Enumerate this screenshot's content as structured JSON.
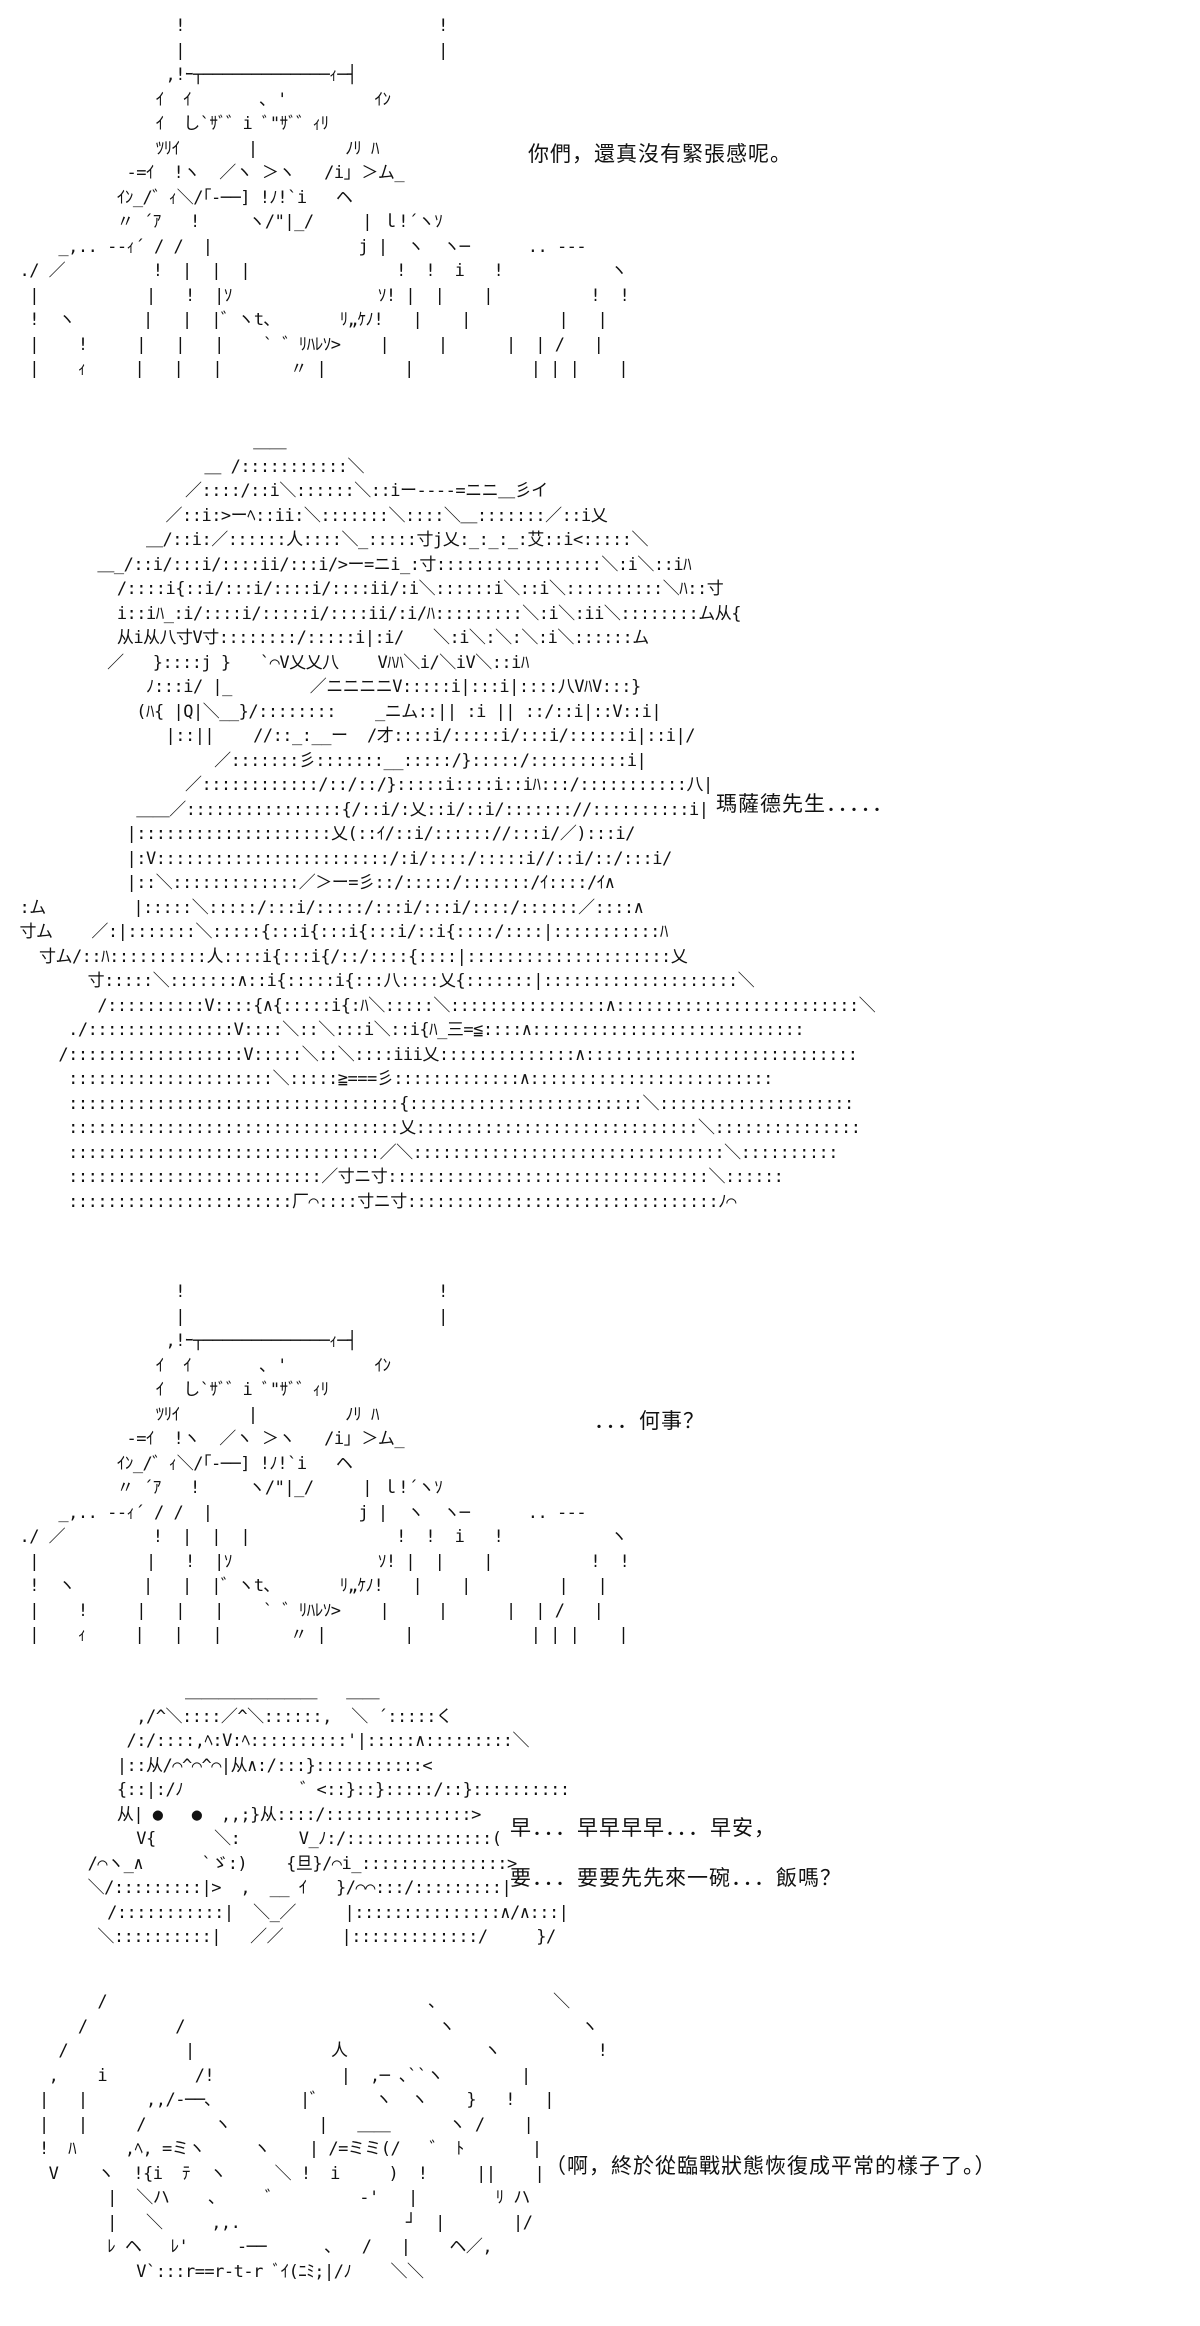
{
  "scenes": [
    {
      "art": [
        "                  !                          !",
        "                  |                          |",
        "                 ,!ｰ┬─────────────ｨ─┤",
        "                ｲ  ｲ       ､ '         ｲﾝ",
        "                ｲ  し`ｻﾞ゛i ﾞ\"ｻﾞ゛ｨﾘ",
        "                ﾂﾘｲ       |         ﾉﾘ ﾊ",
        "             -=ｲ  !ヽ  ／ヽ ＞ヽ   /i｣ ＞ム_",
        "            ｲﾝ_/゛ｨ＼/｢-──] !ﾉ!`i   ヘ",
        "            〃 ´ｱ   !     ヽ/\"|_/     | ｌ!´ヽｿ",
        "      _,.. --ｨ´ / /  |               j |  ヽ  ヽ─      .. ---",
        "  ./ ／         !  |  |  |               !  !  i   !           ヽ",
        "   |           |   !  |ｿ               ｿ! |  |    |          !  !",
        "   !  ヽ       |   |  |゛ヽt､       ﾘ„ｹﾉ!   |    |         |   |",
        "   |    !     |   |   |    ` ゛ﾘﾊﾚｿ>    |     |      |  | /   |",
        "   |    ｨ     |   |   |       〃 |        |            | | |    |"
      ],
      "lines": [
        "你們，還真沒有緊張感呢。"
      ]
    },
    {
      "art": [
        "                          ＿＿",
        "                     ＿ /:::::::::::＼",
        "                   ／::::/::i＼::::::＼::iー----=ニニ＿彡イ",
        "                 ／::i:>ーﾍ::ii:＼:::::::＼::::＼＿:::::::／::i乂",
        "               ＿/::i:／::::::人::::＼_:::::寸j乂:_:_:_:艾::i<:::::＼",
        "          ＿_/::i/:::i/::::ii/:::i/>ー=ニi_:寸:::::::::::::::::＼:i＼::iﾊ",
        "            /::::i{::i/:::i/::::i/::::ii/:i＼::::::i＼::i＼::::::::::＼ﾊ::寸",
        "            i::iﾊ_:i/::::i/:::::i/::::ii/:i/ﾊ:::::::::＼:i＼:ii＼::::::::ム从{",
        "            从i从八寸V寸::::::::/:::::i|:i/   ＼:i＼:＼:＼:i＼::::::ム",
        "           ／   }::::j }   `⌒V乂乂八    Vﾊﾊ＼i/＼iV＼::iﾊ",
        "               ﾉ:::i/ |_        ／ニニニニV:::::i|:::i|::::八VﾊV:::}",
        "              (ﾊ{ |Q|＼__}/::::::::    _ニム::|| :i || ::/::i|::V::i|",
        "                 |::||    //::_:__ー  /才::::i/:::::i/:::i/::::::i|::i|/",
        "                      ／:::::::彡:::::::__:::::/}:::::/::::::::::i|",
        "                   ／::::::::::::/::/::/}:::::i::::i::iﾊ:::/:::::::::::八|",
        "              ＿＿／::::::::::::::::{/::i/:乂::i/::i/::::::://::::::::::i|",
        "             |::::::::::::::::::::乂(::ｲ/::i/:::::://:::i/／):::i/",
        "             |:V::::::::::::::::::::::::/:i/::::/:::::i//::i/::/:::i/",
        "             |::＼:::::::::::::／＞ー=彡::/:::::/:::::::/ｲ::::/ｲ∧",
        "  :ム         |:::::＼:::::/:::i/:::::/:::i/:::i/::::/::::::／::::∧",
        "  寸ム    ／:|:::::::＼:::::{:::i{:::i{:::i/::i{::::/::::|:::::::::::ﾊ",
        "    寸ム/::ﾊ::::::::::人::::i{:::i{/::/::::{::::|:::::::::::::::::::::乂",
        "         寸:::::＼:::::::∧::i{:::::i{:::八::::乂{:::::::|::::::::::::::::::::＼",
        "          /::::::::::V::::{∧{:::::i{:ﾊ＼:::::＼::::::::::::::::∧:::::::::::::::::::::::::＼",
        "       ./:::::::::::::::V::::＼::＼:::i＼::i{ﾊ_三=≦::::∧::::::::::::::::::::::::::::",
        "      /::::::::::::::::::V:::::＼::＼::::iii乂::::::::::::::∧::::::::::::::::::::::::::::",
        "       :::::::::::::::::::::＼:::::≧===彡:::::::::::::∧:::::::::::::::::::::::::",
        "       ::::::::::::::::::::::::::::::::::{::::::::::::::::::::::::＼::::::::::::::::::::",
        "       ::::::::::::::::::::::::::::::::::乂:::::::::::::::::::::::::::::＼:::::::::::::::",
        "       ::::::::::::::::::::::::::::::::／＼::::::::::::::::::::::::::::::::＼::::::::::",
        "       ::::::::::::::::::::::::::／寸ニ寸:::::::::::::::::::::::::::::::::＼::::::",
        "       :::::::::::::::::::::::厂⌒::::寸ニ寸::::::::::::::::::::::::::::::::ﾉ⌒"
      ],
      "lines": [
        "瑪薩德先生．．．．．"
      ]
    },
    {
      "art": [
        "                  !                          !",
        "                  |                          |",
        "                 ,!ｰ┬─────────────ｨ─┤",
        "                ｲ  ｲ       ､ '         ｲﾝ",
        "                ｲ  し`ｻﾞ゛i ﾞ\"ｻﾞ゛ｨﾘ",
        "                ﾂﾘｲ       |         ﾉﾘ ﾊ",
        "             -=ｲ  !ヽ  ／ヽ ＞ヽ   /i｣ ＞ム_",
        "            ｲﾝ_/゛ｨ＼/｢-──] !ﾉ!`i   ヘ",
        "            〃 ´ｱ   !     ヽ/\"|_/     | ｌ!´ヽｿ",
        "      _,.. --ｨ´ / /  |               j |  ヽ  ヽ─      .. ---",
        "  ./ ／         !  |  |  |               !  !  i   !           ヽ",
        "   |           |   !  |ｿ               ｿ! |  |    |          !  !",
        "   !  ヽ       |   |  |゛ヽt､       ﾘ„ｹﾉ!   |    |         |   |",
        "   |    !     |   |   |    ` ゛ﾘﾊﾚｿ>    |     |      |  | /   |",
        "   |    ｨ     |   |   |       〃 |        |            | | |    |"
      ],
      "lines": [
        "．．．何事？"
      ]
    },
    {
      "art": [
        "                   ＿＿＿＿＿＿＿＿   ＿＿",
        "              ,/^＼::::／^＼::::::,  ＼ ´:::::く",
        "             /:/::::,ﾍ:V:ﾍ::::::::::'|:::::∧:::::::::＼",
        "            |::从/⌒^⌒^⌒|从∧:/:::}:::::::::::<",
        "            {::|:/ﾉ            ゛<::}::}:::::/::}::::::::::",
        "            从| ●   ●  ,,;}从::::/:::::::::::::::>",
        "              V{      ＼:      V_ﾉ:/:::::::::::::::(",
        "         /⌒ヽ_∧      `ゞ:)    {旦}/⌒i_:::::::::::::::>",
        "         ＼/:::::::::|>  ,  __ ｲ   }/⌒⌒:::/:::::::::|",
        "           /:::::::::::|  ＼_／     |:::::::::::::::∧/∧:::|",
        "          ＼::::::::::|   ／／      |:::::::::::::/     }/"
      ],
      "lines": [
        "早．．．早早早早．．．早安，",
        "要．．．要要先先來一碗．．．飯嗎？"
      ]
    },
    {
      "art": [
        "          /                                 ､            ＼",
        "        /         /                          ヽ             ヽ",
        "      /            |              人              ヽ          !",
        "     ,    i         /!             |  ,─ ､``ヽ        |",
        "    |   |      ,,/-──､         |゛     ヽ  ヽ    }   !   |",
        "    |   |     /       ヽ         |   ＿＿      ヽ /    |",
        "    !  ﾊ     ,ﾍ, =ミヽ     ヽ    | /=ミミ(/   ゛ ﾄ       |",
        "     V    ヽ  !{i  ﾃ  ヽ     ＼ !  i     )  !     ||    |",
        "           |  ＼ハ    ､     ゛        -'   |        ﾘ ハ",
        "           |   ＼     ,,.                 ┘  |       |/",
        "           ﾚ ヘ   ﾚ'     -──      ､   /   |    ヘ／,",
        "              V`:::r==r-t-r ﾞｲ(ﾆﾐ;|/ﾉ    ＼＼"
      ],
      "lines": [
        "（啊，終於從臨戰狀態恢復成平常的樣子了。）"
      ]
    }
  ]
}
